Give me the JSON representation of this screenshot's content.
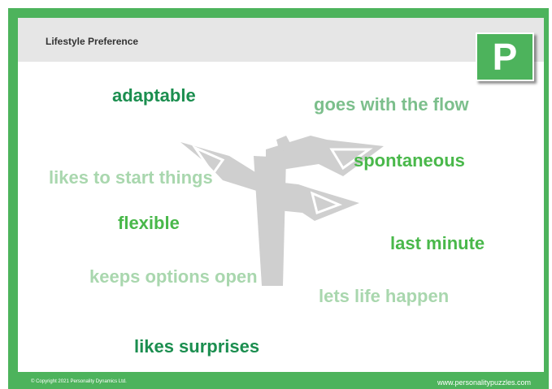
{
  "header": {
    "title": "Lifestyle Preference",
    "badge_letter": "P"
  },
  "words": {
    "adaptable": "adaptable",
    "goes_with_the_flow": "goes with the flow",
    "likes_to_start_things": "likes to start things",
    "spontaneous": "spontaneous",
    "flexible": "flexible",
    "last_minute": "last minute",
    "keeps_options_open": "keeps options open",
    "lets_life_happen": "lets life happen",
    "likes_surprises": "likes surprises"
  },
  "footer": {
    "copyright": "© Copyright 2021 Personality Dynamics Ltd.",
    "website": "www.personalitypuzzles.com"
  },
  "colors": {
    "brand_green": "#4db35c",
    "dark_green": "#1b8e4f",
    "mid_green": "#49b84a",
    "soft_green": "#7cbf8c",
    "pale_green": "#a9d7ae",
    "signpost_gray": "#cfcfcf"
  }
}
